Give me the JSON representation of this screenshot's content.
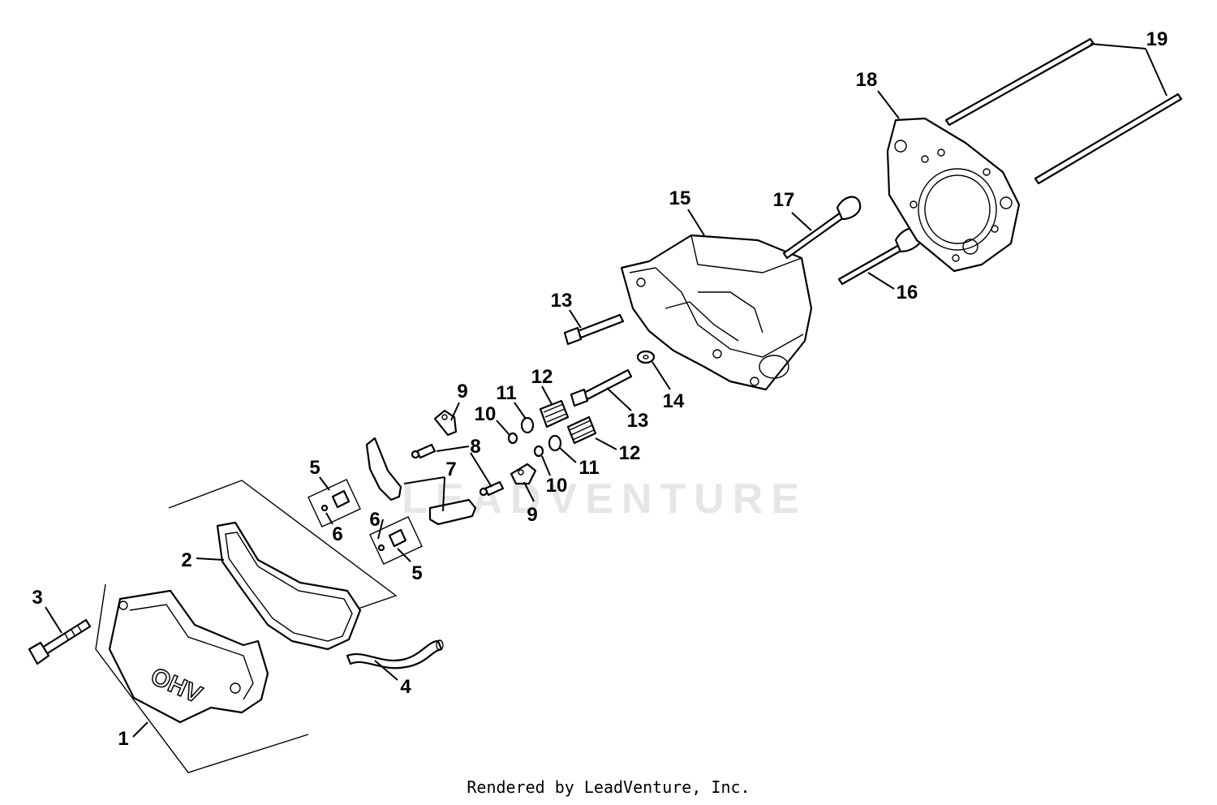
{
  "callouts": [
    {
      "id": "1",
      "text": "1"
    },
    {
      "id": "2",
      "text": "2"
    },
    {
      "id": "3",
      "text": "3"
    },
    {
      "id": "4",
      "text": "4"
    },
    {
      "id": "5a",
      "text": "5"
    },
    {
      "id": "5b",
      "text": "5"
    },
    {
      "id": "6a",
      "text": "6"
    },
    {
      "id": "6b",
      "text": "6"
    },
    {
      "id": "7",
      "text": "7"
    },
    {
      "id": "8",
      "text": "8"
    },
    {
      "id": "9a",
      "text": "9"
    },
    {
      "id": "9b",
      "text": "9"
    },
    {
      "id": "10a",
      "text": "10"
    },
    {
      "id": "10b",
      "text": "10"
    },
    {
      "id": "11a",
      "text": "11"
    },
    {
      "id": "11b",
      "text": "11"
    },
    {
      "id": "12a",
      "text": "12"
    },
    {
      "id": "12b",
      "text": "12"
    },
    {
      "id": "13a",
      "text": "13"
    },
    {
      "id": "13b",
      "text": "13"
    },
    {
      "id": "14",
      "text": "14"
    },
    {
      "id": "15",
      "text": "15"
    },
    {
      "id": "16",
      "text": "16"
    },
    {
      "id": "17",
      "text": "17"
    },
    {
      "id": "18",
      "text": "18"
    },
    {
      "id": "19",
      "text": "19"
    }
  ],
  "cover_marking": "OHV",
  "watermark": "LEADVENTURE",
  "footer": "Rendered by LeadVenture, Inc."
}
